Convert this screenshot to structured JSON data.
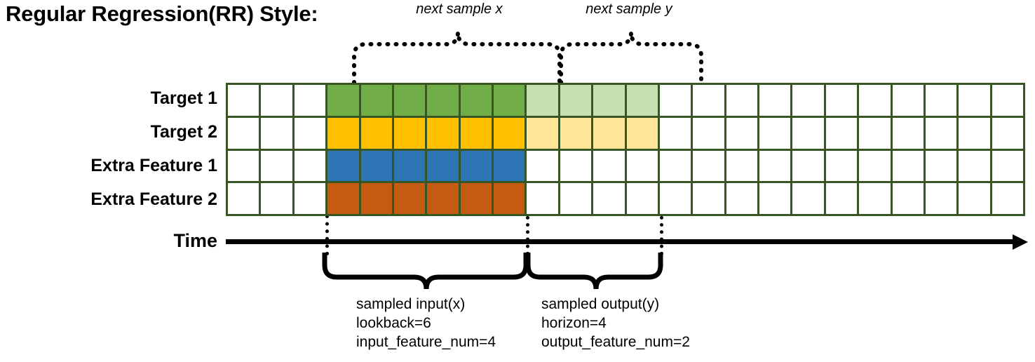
{
  "title": "Regular Regression(RR) Style:",
  "top_braces": [
    {
      "label": "next sample x"
    },
    {
      "label": "next sample y"
    }
  ],
  "grid": {
    "columns": 24,
    "row_labels": [
      "Target 1",
      "Target 2",
      "Extra Feature 1",
      "Extra Feature 2"
    ],
    "colors": {
      "border": "#375623",
      "empty": "#ffffff",
      "target1_input": "#70AD47",
      "target1_output": "#C6E0B4",
      "target2_input": "#FFC000",
      "target2_output": "#FFE699",
      "extra1_input": "#2E75B6",
      "extra2_input": "#C55A11"
    },
    "rows": [
      {
        "name": "Target 1",
        "cells": [
          "empty",
          "empty",
          "empty",
          "target1_input",
          "target1_input",
          "target1_input",
          "target1_input",
          "target1_input",
          "target1_input",
          "target1_output",
          "target1_output",
          "target1_output",
          "target1_output",
          "empty",
          "empty",
          "empty",
          "empty",
          "empty",
          "empty",
          "empty",
          "empty",
          "empty",
          "empty",
          "empty"
        ]
      },
      {
        "name": "Target 2",
        "cells": [
          "empty",
          "empty",
          "empty",
          "target2_input",
          "target2_input",
          "target2_input",
          "target2_input",
          "target2_input",
          "target2_input",
          "target2_output",
          "target2_output",
          "target2_output",
          "target2_output",
          "empty",
          "empty",
          "empty",
          "empty",
          "empty",
          "empty",
          "empty",
          "empty",
          "empty",
          "empty",
          "empty"
        ]
      },
      {
        "name": "Extra Feature 1",
        "cells": [
          "empty",
          "empty",
          "empty",
          "extra1_input",
          "extra1_input",
          "extra1_input",
          "extra1_input",
          "extra1_input",
          "extra1_input",
          "empty",
          "empty",
          "empty",
          "empty",
          "empty",
          "empty",
          "empty",
          "empty",
          "empty",
          "empty",
          "empty",
          "empty",
          "empty",
          "empty",
          "empty"
        ]
      },
      {
        "name": "Extra Feature 2",
        "cells": [
          "empty",
          "empty",
          "empty",
          "extra2_input",
          "extra2_input",
          "extra2_input",
          "extra2_input",
          "extra2_input",
          "extra2_input",
          "empty",
          "empty",
          "empty",
          "empty",
          "empty",
          "empty",
          "empty",
          "empty",
          "empty",
          "empty",
          "empty",
          "empty",
          "empty",
          "empty",
          "empty"
        ]
      }
    ]
  },
  "time_axis": {
    "label": "Time"
  },
  "annotations": {
    "input": {
      "line1": "sampled input(x)",
      "line2": "lookback=6",
      "line3": "input_feature_num=4"
    },
    "output": {
      "line1": "sampled output(y)",
      "line2": "horizon=4",
      "line3": "output_feature_num=2"
    }
  }
}
